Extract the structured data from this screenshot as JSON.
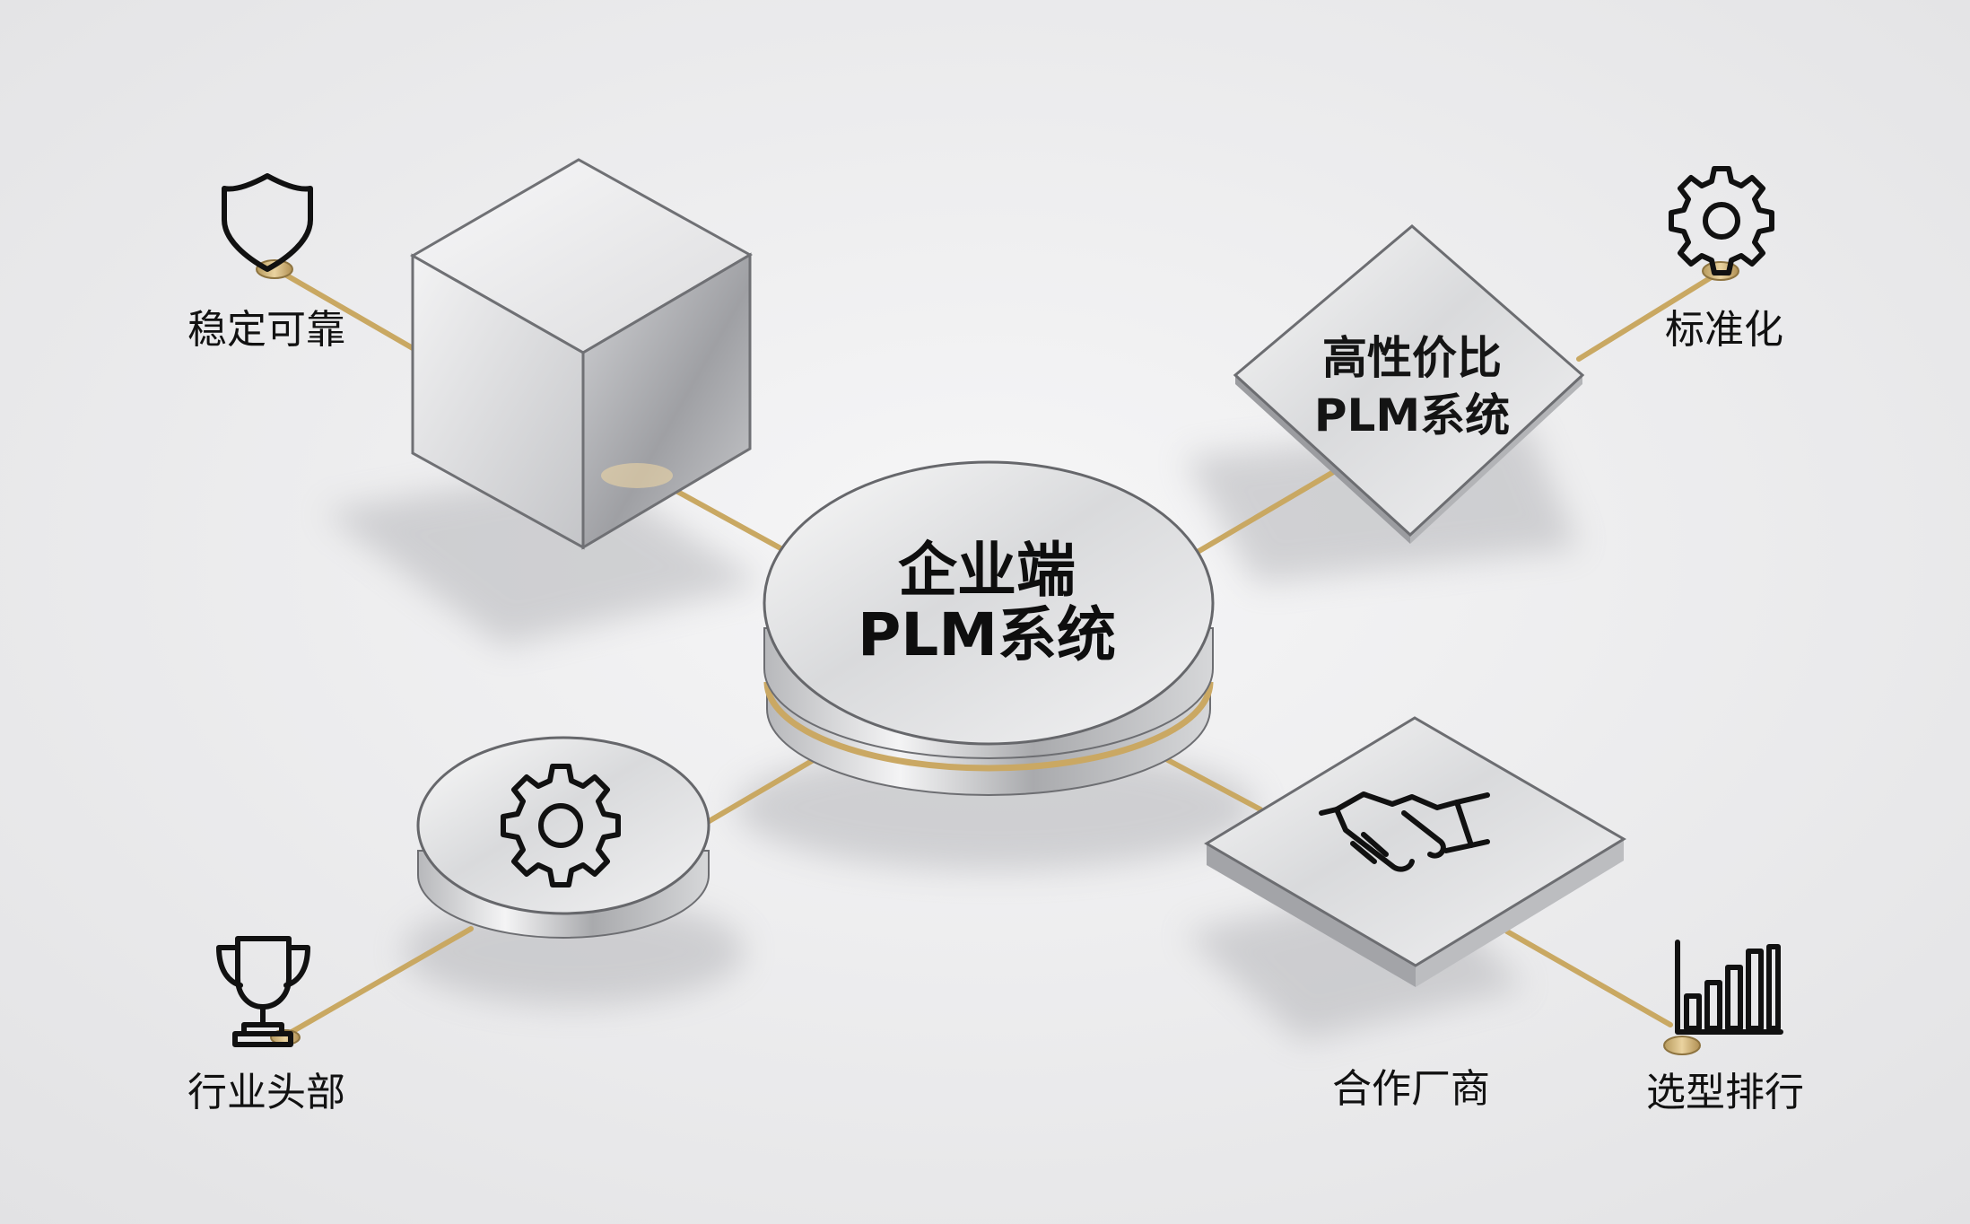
{
  "center": {
    "line1": "企业端",
    "line2": "PLM系统"
  },
  "diamond": {
    "line1": "高性价比",
    "line2": "PLM系统"
  },
  "labels": {
    "stable": "稳定可靠",
    "standard": "标准化",
    "leader": "行业头部",
    "partner": "合作厂商",
    "ranking": "选型排行"
  },
  "icons": {
    "stable": "shield-icon",
    "standard": "gear-icon",
    "disc": "gear-icon",
    "leader": "trophy-icon",
    "partner": "handshake-icon",
    "ranking": "bar-chart-icon"
  },
  "colors": {
    "background": "#eeeeef",
    "connector": "#c9a862",
    "metal": "#c8c9cc"
  }
}
